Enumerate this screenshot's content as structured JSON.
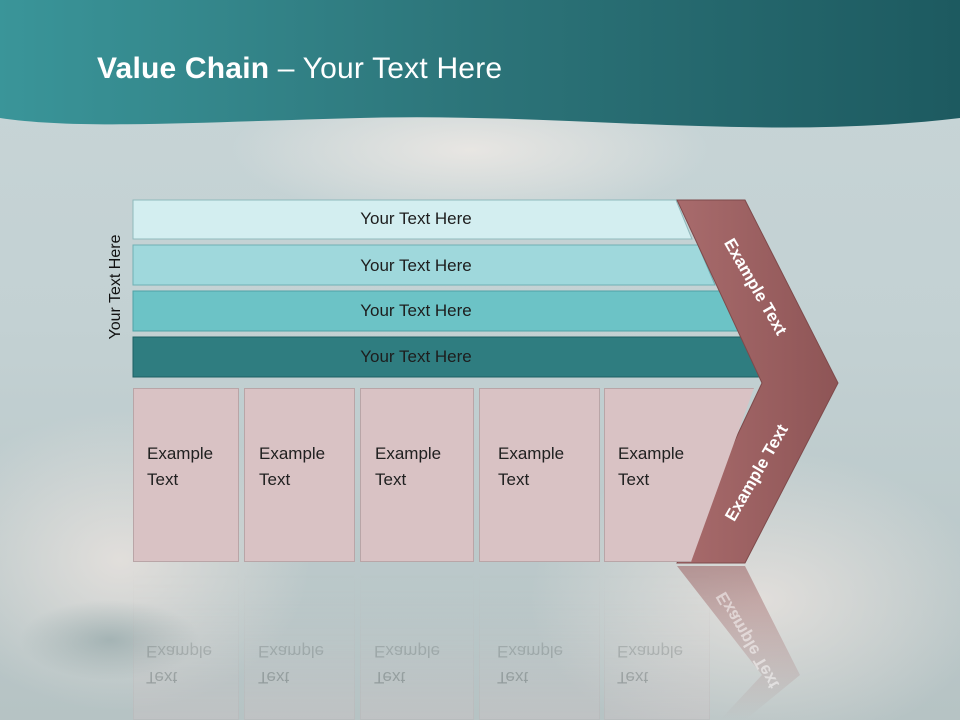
{
  "slide": {
    "title_bold": "Value Chain",
    "title_rest": " – Your Text Here",
    "side_label": "Your Text Here"
  },
  "rows": [
    {
      "label": "Your Text Here",
      "color": "#d3eef0"
    },
    {
      "label": "Your Text Here",
      "color": "#9fd8dc"
    },
    {
      "label": "Your Text Here",
      "color": "#6cc3c6"
    },
    {
      "label": "Your Text Here",
      "color": "#2f7d80"
    }
  ],
  "boxes": [
    {
      "line1": "Example",
      "line2": "Text"
    },
    {
      "line1": "Example",
      "line2": "Text"
    },
    {
      "line1": "Example",
      "line2": "Text"
    },
    {
      "line1": "Example",
      "line2": "Text"
    },
    {
      "line1": "Example",
      "line2": "Text"
    }
  ],
  "chevron": {
    "upper_text": "Example Text",
    "lower_text": "Example Text",
    "color": "#9a5e5f"
  },
  "colors": {
    "header_teal": "#2e7f84",
    "box_fill": "#d9c2c4"
  }
}
